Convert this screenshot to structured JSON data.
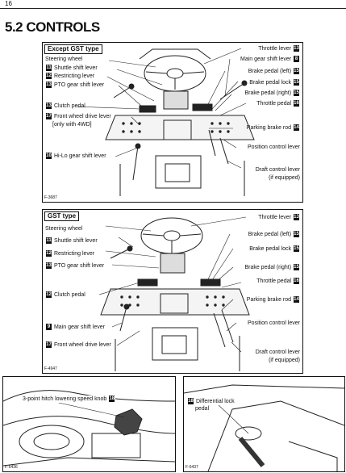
{
  "page": {
    "number": "16",
    "section_title": "5.2 CONTROLS"
  },
  "panel1": {
    "header": "Except GST type",
    "figure_id": "F-3687",
    "labels": [
      {
        "text": "Steering wheel",
        "num": ""
      },
      {
        "text": "Shuttle shift lever",
        "num": "11"
      },
      {
        "text": "Restricting lever",
        "num": "12"
      },
      {
        "text": "PTO gear shift lever",
        "num": "13"
      },
      {
        "text": "Clutch pedal",
        "num": "13"
      },
      {
        "text": "Front wheel drive lever",
        "num": "17"
      },
      {
        "text": "[only with 4WD]",
        "num": ""
      },
      {
        "text": "Hi-Lo gear shift lever",
        "num": "10"
      },
      {
        "text": "Throttle lever",
        "num": "13"
      },
      {
        "text": "Main gear shift lever",
        "num": "8"
      },
      {
        "text": "Brake pedal (left)",
        "num": "15"
      },
      {
        "text": "Brake pedal lock",
        "num": "15"
      },
      {
        "text": "Brake pedal (right)",
        "num": "15"
      },
      {
        "text": "Throttle pedal",
        "num": "16"
      },
      {
        "text": "Parking brake rod",
        "num": "14"
      },
      {
        "text": "Position control lever",
        "num": ""
      },
      {
        "text": "Draft control lever",
        "num": ""
      },
      {
        "text": "(if equipped)",
        "num": ""
      }
    ]
  },
  "panel2": {
    "header": "GST type",
    "figure_id": "F-4947",
    "labels": [
      {
        "text": "Steering wheel",
        "num": ""
      },
      {
        "text": "Shuttle shift lever",
        "num": "11"
      },
      {
        "text": "Restricting lever",
        "num": "12"
      },
      {
        "text": "PTO gear shift lever",
        "num": "13"
      },
      {
        "text": "Clutch pedal",
        "num": "12"
      },
      {
        "text": "Main gear shift lever",
        "num": "9"
      },
      {
        "text": "Front wheel drive lever",
        "num": "17"
      },
      {
        "text": "Throttle lever",
        "num": "13"
      },
      {
        "text": "Brake pedal (left)",
        "num": "15"
      },
      {
        "text": "Brake pedal lock",
        "num": "15"
      },
      {
        "text": "Brake pedal (right)",
        "num": "15"
      },
      {
        "text": "Throttle pedal",
        "num": "16"
      },
      {
        "text": "Parking brake rod",
        "num": "14"
      },
      {
        "text": "Position control lever",
        "num": ""
      },
      {
        "text": "Draft control lever",
        "num": ""
      },
      {
        "text": "(if equipped)",
        "num": ""
      }
    ]
  },
  "panel3": {
    "label": "3-point hitch lowering speed knob",
    "num": "18",
    "figure_id": "F-6436"
  },
  "panel4": {
    "label_line1": "Differential lock",
    "label_line2": "pedal",
    "num": "18",
    "figure_id": "F-6437"
  }
}
